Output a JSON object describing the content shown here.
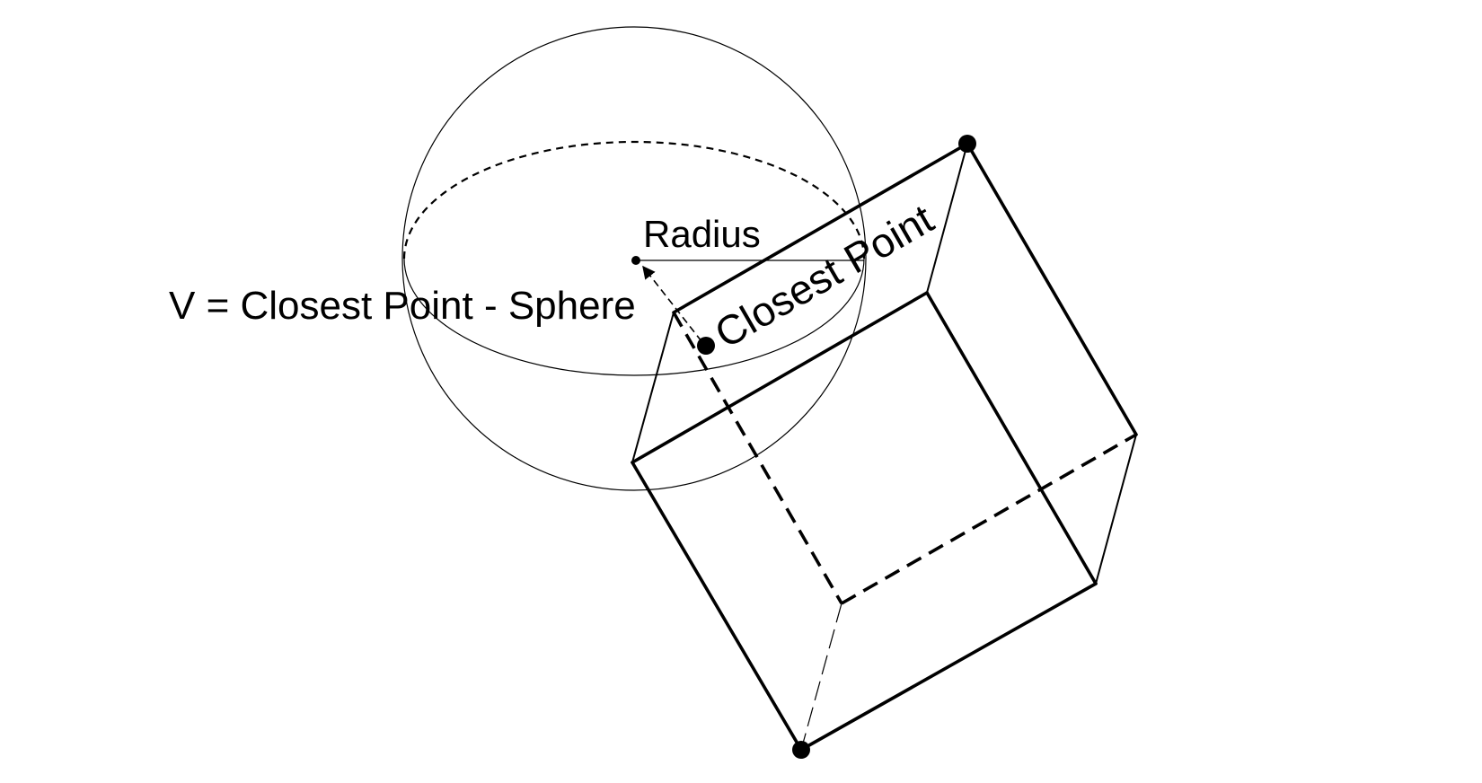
{
  "labels": {
    "radius": "Radius",
    "vector_formula": "V = Closest Point - Sphere",
    "closest_point": "Closest Point"
  },
  "colors": {
    "stroke": "#000000",
    "background": "#ffffff"
  }
}
